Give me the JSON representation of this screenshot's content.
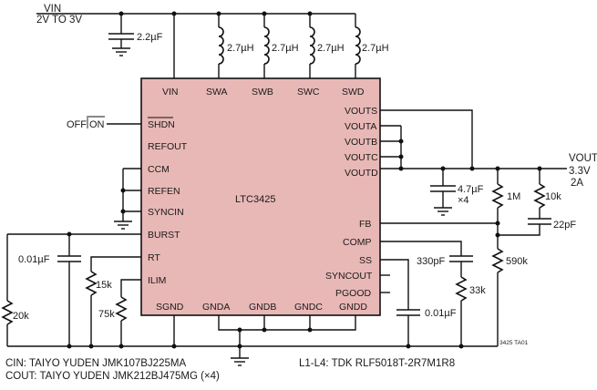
{
  "supply": {
    "name": "VIN",
    "range": "2V TO 3V"
  },
  "cin_cap": "2.2µF",
  "inductors": [
    "2.7µH",
    "2.7µH",
    "2.7µH",
    "2.7µH"
  ],
  "ic": {
    "name": "LTC3425",
    "top_pins": [
      "VIN",
      "SWA",
      "SWB",
      "SWC",
      "SWD"
    ],
    "left_pins": [
      "SHDN",
      "REFOUT",
      "CCM",
      "REFEN",
      "SYNCIN",
      "BURST",
      "RT",
      "ILIM"
    ],
    "right_pins": [
      "VOUTS",
      "VOUTA",
      "VOUTB",
      "VOUTC",
      "VOUTD",
      "FB",
      "COMP",
      "SS",
      "SYNCOUT",
      "PGOOD"
    ],
    "bottom_pins": [
      "SGND",
      "GNDA",
      "GNDB",
      "GNDC",
      "GNDD"
    ]
  },
  "shdn_label": {
    "off": "OFF",
    "on": "ON"
  },
  "components": {
    "c_burst": "0.01µF",
    "r_burst": "20k",
    "r_t": "15k",
    "r_lim": "75k",
    "c_out": "4.7µF",
    "c_out_mult": "×4",
    "r_fb_top": "1M",
    "r_fb_bottom": "590k",
    "r_comp_ff": "10k",
    "c_ff": "22pF",
    "c_comp": "330pF",
    "r_comp": "33k",
    "c_ss": "0.01µF"
  },
  "output": {
    "name": "VOUT",
    "voltage": "3.3V",
    "current": "2A"
  },
  "notes": {
    "cin": "CIN: TAIYO YUDEN JMK107BJ225MA",
    "cout": "COUT: TAIYO YUDEN JMK212BJ475MG (×4)",
    "inductors": "L1-L4: TDK RLF5018T-2R7M1R8",
    "figure_id": "3425 TA01"
  }
}
